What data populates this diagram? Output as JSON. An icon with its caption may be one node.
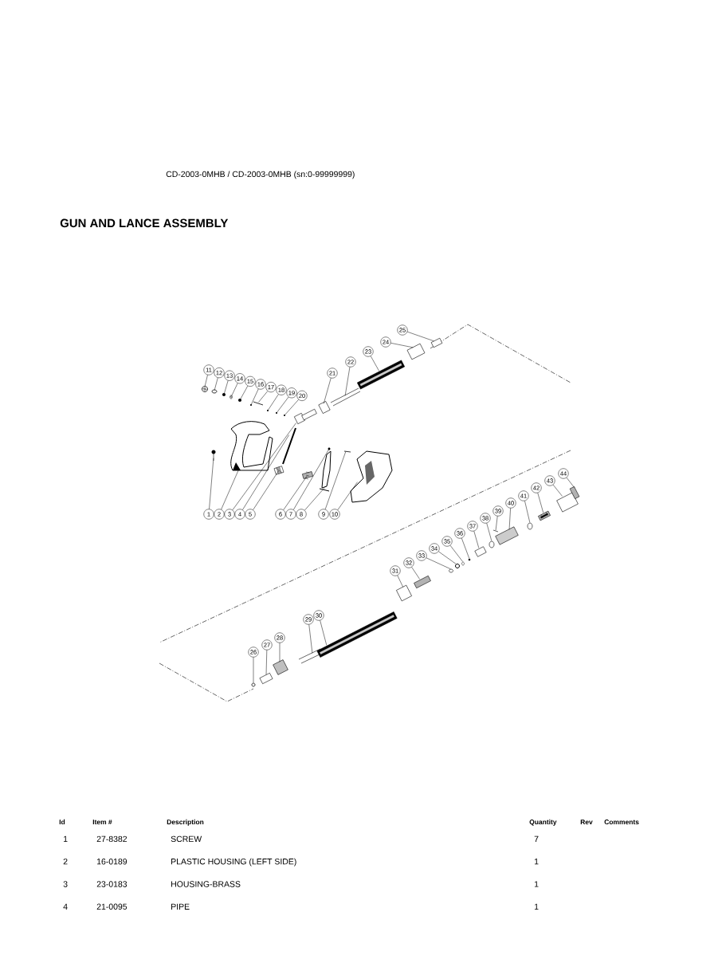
{
  "diagram": {
    "title": "GUN AND LANCE ASSEMBLY",
    "nodes": [
      {
        "text": [
          "1"
        ]
      },
      {
        "text": [
          "2"
        ]
      },
      {
        "text": [
          "3"
        ]
      },
      {
        "text": [
          "4"
        ]
      },
      {
        "text": [
          "5"
        ]
      },
      {
        "text": [
          "6"
        ]
      },
      {
        "text": [
          "7"
        ]
      },
      {
        "text": [
          "8"
        ]
      },
      {
        "text": [
          "9"
        ]
      },
      {
        "text": [
          "10"
        ]
      },
      {
        "text": [
          "11"
        ]
      },
      {
        "text": [
          "12"
        ]
      },
      {
        "text": [
          "13"
        ]
      },
      {
        "text": [
          "14"
        ]
      },
      {
        "text": [
          "15"
        ]
      },
      {
        "text": [
          "16"
        ]
      },
      {
        "text": [
          "17"
        ]
      },
      {
        "text": [
          "18"
        ]
      },
      {
        "text": [
          "19"
        ]
      },
      {
        "text": [
          "20"
        ]
      },
      {
        "text": [
          "21"
        ]
      },
      {
        "text": [
          "22"
        ]
      },
      {
        "text": [
          "23"
        ]
      },
      {
        "text": [
          "24"
        ]
      },
      {
        "text": [
          "25"
        ]
      },
      {
        "text": [
          "26"
        ]
      },
      {
        "text": [
          "27"
        ]
      },
      {
        "text": [
          "28"
        ]
      },
      {
        "text": [
          "29"
        ]
      },
      {
        "text": [
          "30"
        ]
      },
      {
        "text": [
          "31"
        ]
      },
      {
        "text": [
          "32"
        ]
      },
      {
        "text": [
          "33"
        ]
      },
      {
        "text": [
          "34"
        ]
      },
      {
        "text": [
          "35"
        ]
      },
      {
        "text": [
          "36"
        ]
      },
      {
        "text": [
          "37"
        ]
      },
      {
        "text": [
          "38"
        ]
      },
      {
        "text": [
          "39"
        ]
      },
      {
        "text": [
          "40"
        ]
      },
      {
        "text": [
          "41"
        ]
      },
      {
        "text": [
          "42"
        ]
      },
      {
        "text": [
          "43"
        ]
      },
      {
        "text": [
          "44"
        ]
      },
      {
        "text": [],
        "shape": "picture"
      },
      {
        "text": [],
        "shape": "picture"
      },
      {
        "text": [],
        "shape": "picture"
      },
      {
        "text": [],
        "shape": "picture"
      },
      {
        "text": [],
        "shape": "picture"
      },
      {
        "text": [],
        "shape": "picture"
      },
      {
        "text": [],
        "shape": "picture"
      },
      {
        "text": [],
        "shape": "picture"
      },
      {
        "text": [],
        "shape": "picture"
      },
      {
        "text": [],
        "shape": "picture"
      },
      {
        "text": [],
        "shape": "picture"
      },
      {
        "text": [],
        "shape": "picture"
      },
      {
        "text": [],
        "shape": "picture"
      },
      {
        "text": [],
        "shape": "picture"
      },
      {
        "text": [],
        "shape": "picture"
      },
      {
        "text": [],
        "shape": "picture"
      },
      {
        "text": [],
        "shape": "picture"
      },
      {
        "text": [],
        "shape": "picture"
      },
      {
        "text": [],
        "shape": "picture"
      },
      {
        "text": [],
        "shape": "picture"
      },
      {
        "text": [],
        "shape": "picture"
      },
      {
        "text": [],
        "shape": "picture"
      },
      {
        "text": [],
        "shape": "picture"
      },
      {
        "text": [],
        "shape": "picture"
      },
      {
        "text": [],
        "shape": "picture"
      },
      {
        "text": [],
        "shape": "picture"
      },
      {
        "text": [],
        "shape": "picture"
      },
      {
        "text": [],
        "shape": "picture"
      },
      {
        "text": [],
        "shape": "picture"
      },
      {
        "text": [],
        "shape": "picture"
      },
      {
        "text": [],
        "shape": "picture"
      },
      {
        "text": [],
        "shape": "picture"
      },
      {
        "text": [],
        "shape": "picture"
      },
      {
        "text": [],
        "shape": "picture"
      },
      {
        "text": [],
        "shape": "picture"
      },
      {
        "text": [],
        "shape": "picture"
      },
      {
        "text": [],
        "shape": "picture"
      },
      {
        "text": [],
        "shape": "picture"
      },
      {
        "text": [],
        "shape": "picture"
      },
      {
        "text": [],
        "shape": "picture"
      },
      {
        "text": [],
        "shape": "picture"
      },
      {
        "text": [],
        "shape": "picture"
      },
      {
        "text": [],
        "shape": "picture"
      },
      {
        "text": [],
        "shape": "picture"
      }
    ],
    "edges": [
      {
        "from": 0,
        "to": 44,
        "arrow": "none"
      },
      {
        "from": 1,
        "to": 45,
        "arrow": "none"
      },
      {
        "from": 2,
        "to": 46,
        "arrow": "none"
      },
      {
        "from": 3,
        "to": 47,
        "arrow": "none"
      },
      {
        "from": 4,
        "to": 48,
        "arrow": "none"
      },
      {
        "from": 5,
        "to": 49,
        "arrow": "none"
      },
      {
        "from": 6,
        "to": 50,
        "arrow": "none"
      },
      {
        "from": 7,
        "to": 51,
        "arrow": "none"
      },
      {
        "from": 8,
        "to": 52,
        "arrow": "none"
      },
      {
        "from": 9,
        "to": 53,
        "arrow": "none"
      },
      {
        "from": 10,
        "to": 54,
        "arrow": "none"
      },
      {
        "from": 11,
        "to": 55,
        "arrow": "none"
      },
      {
        "from": 12,
        "to": 56,
        "arrow": "none"
      },
      {
        "from": 13,
        "to": 57,
        "arrow": "none"
      },
      {
        "from": 14,
        "to": 58,
        "arrow": "none"
      },
      {
        "from": 15,
        "to": 59,
        "arrow": "none"
      },
      {
        "from": 16,
        "to": 60,
        "arrow": "none"
      },
      {
        "from": 17,
        "to": 61,
        "arrow": "none"
      },
      {
        "from": 18,
        "to": 62,
        "arrow": "none"
      },
      {
        "from": 19,
        "to": 63,
        "arrow": "none"
      },
      {
        "from": 20,
        "to": 64,
        "arrow": "none"
      },
      {
        "from": 21,
        "to": 65,
        "arrow": "none"
      },
      {
        "from": 22,
        "to": 66,
        "arrow": "none"
      },
      {
        "from": 23,
        "to": 67,
        "arrow": "none"
      },
      {
        "from": 24,
        "to": 68,
        "arrow": "none"
      },
      {
        "from": 25,
        "to": 69,
        "arrow": "none"
      },
      {
        "from": 26,
        "to": 70,
        "arrow": "none"
      },
      {
        "from": 27,
        "to": 71,
        "arrow": "none"
      },
      {
        "from": 28,
        "to": 72,
        "arrow": "none"
      },
      {
        "from": 29,
        "to": 73,
        "arrow": "none"
      },
      {
        "from": 30,
        "to": 74,
        "arrow": "none"
      },
      {
        "from": 31,
        "to": 75,
        "arrow": "none"
      },
      {
        "from": 32,
        "to": 76,
        "arrow": "none"
      },
      {
        "from": 33,
        "to": 77,
        "arrow": "none"
      },
      {
        "from": 34,
        "to": 78,
        "arrow": "none"
      },
      {
        "from": 35,
        "to": 79,
        "arrow": "none"
      },
      {
        "from": 36,
        "to": 80,
        "arrow": "none"
      },
      {
        "from": 37,
        "to": 81,
        "arrow": "none"
      },
      {
        "from": 38,
        "to": 82,
        "arrow": "none"
      },
      {
        "from": 39,
        "to": 83,
        "arrow": "none"
      },
      {
        "from": 40,
        "to": 84,
        "arrow": "none"
      },
      {
        "from": 41,
        "to": 85,
        "arrow": "none"
      },
      {
        "from": 42,
        "to": 86,
        "arrow": "none"
      },
      {
        "from": 43,
        "to": 87,
        "arrow": "none"
      }
    ],
    "labels": [
      "CD-2003-0MHB  / CD-2003-0MHB (sn:0-99999999)",
      "Id",
      "Item #",
      "Description",
      "Quantity",
      "Rev",
      "Comments",
      "1",
      "27-8382",
      "SCREW",
      "7",
      "2",
      "16-0189",
      "PLASTIC HOUSING (LEFT SIDE)",
      "1",
      "3",
      "23-0183",
      "HOUSING-BRASS",
      "1",
      "4",
      "21-0095",
      "PIPE",
      "1"
    ]
  }
}
